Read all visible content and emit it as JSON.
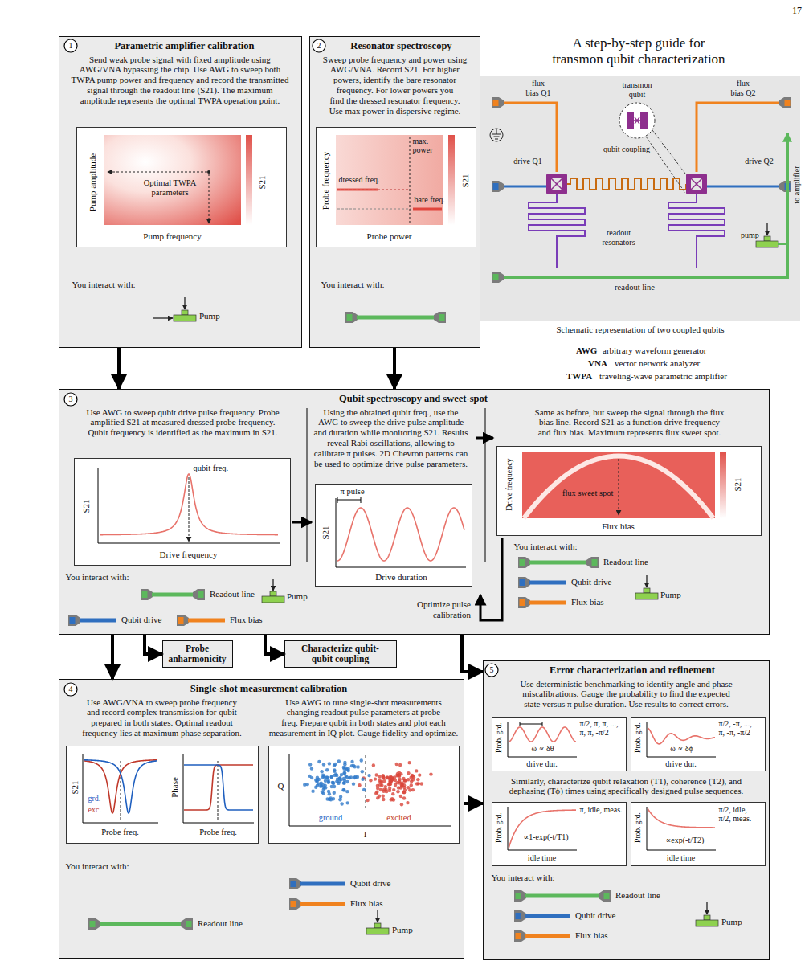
{
  "diagram": {
    "title": "A step-by-step guide for transmon qubit characterization",
    "nodes": [
      {
        "text": [
          "Parametric amplifier calibration",
          "Send weak probe signal with fixed amplitude using AWG/VNA bypassing the chip. Use AWG to sweep both TWPA pump power and frequency and record the transmitted signal through the readout line (S21). The maximum amplitude represents the optimal TWPA operation point.",
          "You interact with:"
        ]
      },
      {
        "text": [
          "Pump amplitude",
          "Optimal TWPA parameters",
          "S21",
          "Pump frequency"
        ],
        "in": 0
      },
      {
        "text": [
          "Resonator spectroscopy",
          "Sweep probe frequency and power using AWG/VNA. Record S21. For higher powers, identify the bare resonator frequency. For lower powers you find the dressed resonator frequency. Use max power in dispersive regime.",
          "You interact with:"
        ]
      },
      {
        "text": [
          "Probe frequency",
          "max. power",
          "dressed freq.",
          "bare freq.",
          "S21",
          "Probe power"
        ],
        "in": 2
      },
      {
        "text": [
          "Qubit spectroscopy and sweet-spot",
          "Use AWG to sweep qubit drive pulse frequency. Probe amplified S21 at measured dressed probe frequency. Qubit frequency is identified as the maximum in S21.",
          "Using the obtained qubit freq., use the AWG to sweep the drive pulse amplitude and duration while monitoring S21. Results reveal Rabi oscillations, allowing to calibrate π pulses. 2D Chevron patterns can be used to optimize drive pulse parameters.",
          "Same as before, but sweep the signal through the flux bias line. Record S21 as a function drive frequency and flux bias. Maximum represents flux sweet spot.",
          "You interact with:",
          "You interact with:"
        ]
      },
      {
        "text": [
          "qubit freq.",
          "S21",
          "Drive frequency"
        ],
        "in": 4
      },
      {
        "text": [
          "π pulse",
          "S21",
          "Drive duration"
        ],
        "in": 4
      },
      {
        "text": [
          "Drive frequency",
          "flux sweet spot",
          "S21",
          "Flux bias"
        ],
        "in": 4
      },
      {
        "text": [
          "Probe anharmonicity"
        ]
      },
      {
        "text": [
          "Characterize qubit-qubit coupling"
        ]
      },
      {
        "text": [
          "Single-shot measurement calibration",
          "Use AWG/VNA to sweep probe frequency and record complex transmission for qubit prepared in both states. Optimal readout frequency lies at maximum phase separation.",
          "Use AWG to tune single-shot measurements changing readout pulse parameters at probe freq. Prepare qubit in both states and plot each measurement in IQ plot. Gauge fidelity and optimize.",
          "You interact with:"
        ]
      },
      {
        "text": [
          "S21",
          "grd.",
          "exc.",
          "Probe freq.",
          "Phase",
          "Probe freq."
        ],
        "in": 10
      },
      {
        "text": [
          "Q",
          "I",
          "ground",
          "excited"
        ],
        "in": 10
      },
      {
        "text": [
          "Error characterization and refinement",
          "Use deterministic benchmarking to identify angle and phase miscalibrations. Gauge the probability to find the expected state versus π pulse duration. Use results to correct errors.",
          "Similarly, characterize qubit relaxation (T1), coherence (T2), and dephasing (Tϕ) times using specifically designed pulse sequences.",
          "You interact with:"
        ]
      },
      {
        "text": [
          "Prob. grd.",
          "ω ∝ δθ",
          "drive dur.",
          "π/2, π, π, ..., π, π, -π/2"
        ],
        "in": 13
      },
      {
        "text": [
          "Prob. grd.",
          "ω ∝ δϕ",
          "drive dur.",
          "π/2, -π, ..., π, -π, -π/2"
        ],
        "in": 13
      },
      {
        "text": [
          "Prob. grd.",
          "∝1-exp(-t/T1)",
          "idle time",
          "π, idle, meas."
        ],
        "in": 13
      },
      {
        "text": [
          "Prob. grd.",
          "∝exp(-t/T2)",
          "idle time",
          "π/2, idle, π/2, meas."
        ],
        "in": 13
      }
    ],
    "edges": [
      {
        "from": 0,
        "to": 4,
        "arrow": "to"
      },
      {
        "from": 2,
        "to": 4,
        "arrow": "to"
      },
      {
        "from": 4,
        "to": 10,
        "arrow": "to"
      },
      {
        "from": 4,
        "to": 8,
        "arrow": "to"
      },
      {
        "from": 4,
        "to": 9,
        "arrow": "to"
      },
      {
        "from": 4,
        "to": 13,
        "arrow": "to"
      },
      {
        "from": 10,
        "to": 13,
        "arrow": "to"
      }
    ],
    "labels": [
      "17",
      "1",
      "2",
      "3",
      "4",
      "5",
      "Pump",
      "flux bias Q1",
      "transmon qubit",
      "flux bias Q2",
      "drive Q1",
      "qubit coupling",
      "drive Q2",
      "to amplifier",
      "readout resonators",
      "pump",
      "readout line",
      "Schematic representation of two coupled qubits",
      "AWG",
      "arbitrary waveform generator",
      "VNA",
      "vector network analyzer",
      "TWPA",
      "traveling-wave parametric amplifier",
      "Readout line",
      "Pump",
      "Qubit drive",
      "Flux bias",
      "Optimize pulse calibration",
      "Readout line",
      "Qubit drive",
      "Flux bias",
      "Pump",
      "Readout line",
      "Qubit drive",
      "Flux bias",
      "Pump",
      "Readout line",
      "Qubit drive",
      "Flux bias",
      "Pump"
    ]
  }
}
